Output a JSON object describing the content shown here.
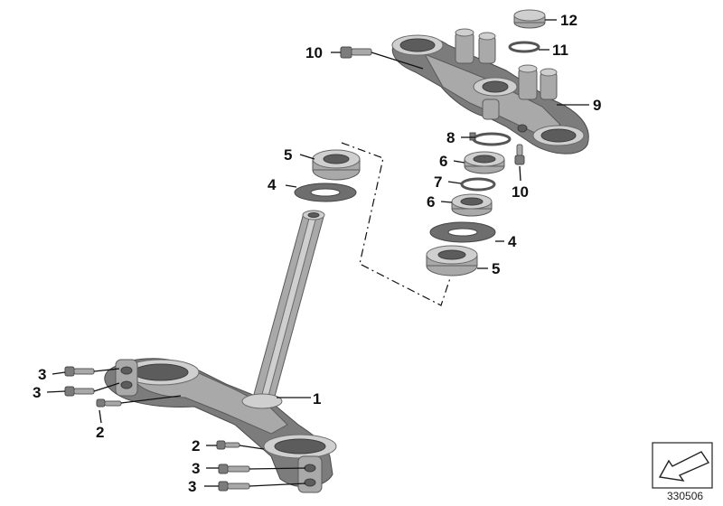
{
  "diagram": {
    "reference_number": "330506",
    "callouts": [
      {
        "id": "c1",
        "label": "1"
      },
      {
        "id": "c2a",
        "label": "2"
      },
      {
        "id": "c2b",
        "label": "2"
      },
      {
        "id": "c3a",
        "label": "3"
      },
      {
        "id": "c3b",
        "label": "3"
      },
      {
        "id": "c3c",
        "label": "3"
      },
      {
        "id": "c3d",
        "label": "3"
      },
      {
        "id": "c4a",
        "label": "4"
      },
      {
        "id": "c4b",
        "label": "4"
      },
      {
        "id": "c5a",
        "label": "5"
      },
      {
        "id": "c5b",
        "label": "5"
      },
      {
        "id": "c6a",
        "label": "6"
      },
      {
        "id": "c6b",
        "label": "6"
      },
      {
        "id": "c7",
        "label": "7"
      },
      {
        "id": "c8",
        "label": "8"
      },
      {
        "id": "c9",
        "label": "9"
      },
      {
        "id": "c10a",
        "label": "10"
      },
      {
        "id": "c10b",
        "label": "10"
      },
      {
        "id": "c11",
        "label": "11"
      },
      {
        "id": "c12",
        "label": "12"
      }
    ]
  }
}
